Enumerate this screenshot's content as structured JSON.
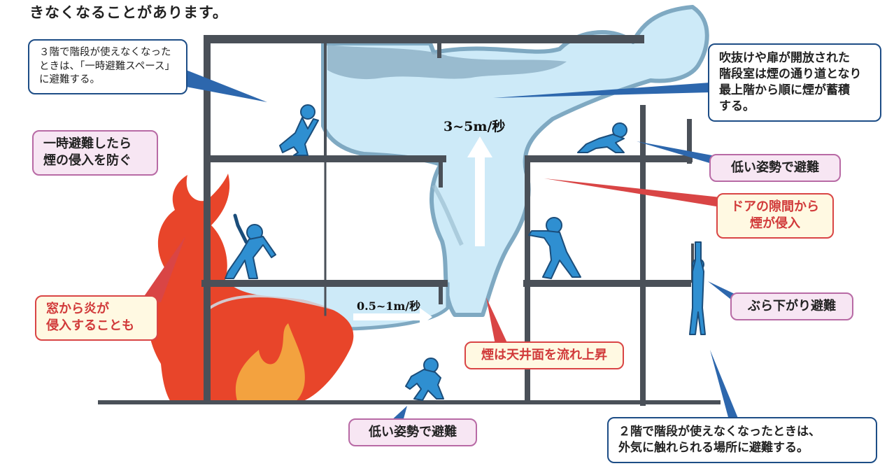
{
  "header": {
    "text": "きなくなることがあります。"
  },
  "callouts": {
    "third_floor_note": [
      "３階で階段が使えなくなった",
      "ときは、「一時避難スペース」",
      "に避難する。"
    ],
    "atrium_note": [
      "吹抜けや扉が開放された",
      "階段室は煙の通り道となり",
      "最上階から順に煙が蓄積",
      "する。"
    ],
    "temp_refuge": [
      "一時避難したら",
      "煙の侵入を防ぐ"
    ],
    "low_posture_upper": "低い姿勢で避難",
    "door_gap": [
      "ドアの隙間から",
      "煙が侵入"
    ],
    "window_flame": [
      "窓から炎が",
      "侵入することも"
    ],
    "hanging": "ぶら下がり避難",
    "ceiling_flow": "煙は天井面を流れ上昇",
    "low_posture_ground": "低い姿勢で避難",
    "second_floor_note": [
      "２階で階段が使えなくなったときは、",
      "外気に触れられる場所に避難する。"
    ]
  },
  "speeds": {
    "vertical": "3~5m/秒",
    "horizontal": "0.5~1m/秒"
  },
  "colors": {
    "structure": "#4a5058",
    "smoke_light": "#cdeaf8",
    "smoke_dark": "#7fa9c2",
    "flame_outer": "#e8452a",
    "flame_inner": "#f3a23f",
    "figure": "#2f8fd1",
    "callout_blue": "#1d4d86",
    "callout_pink": "#b86aa5",
    "callout_red": "#d94545"
  }
}
